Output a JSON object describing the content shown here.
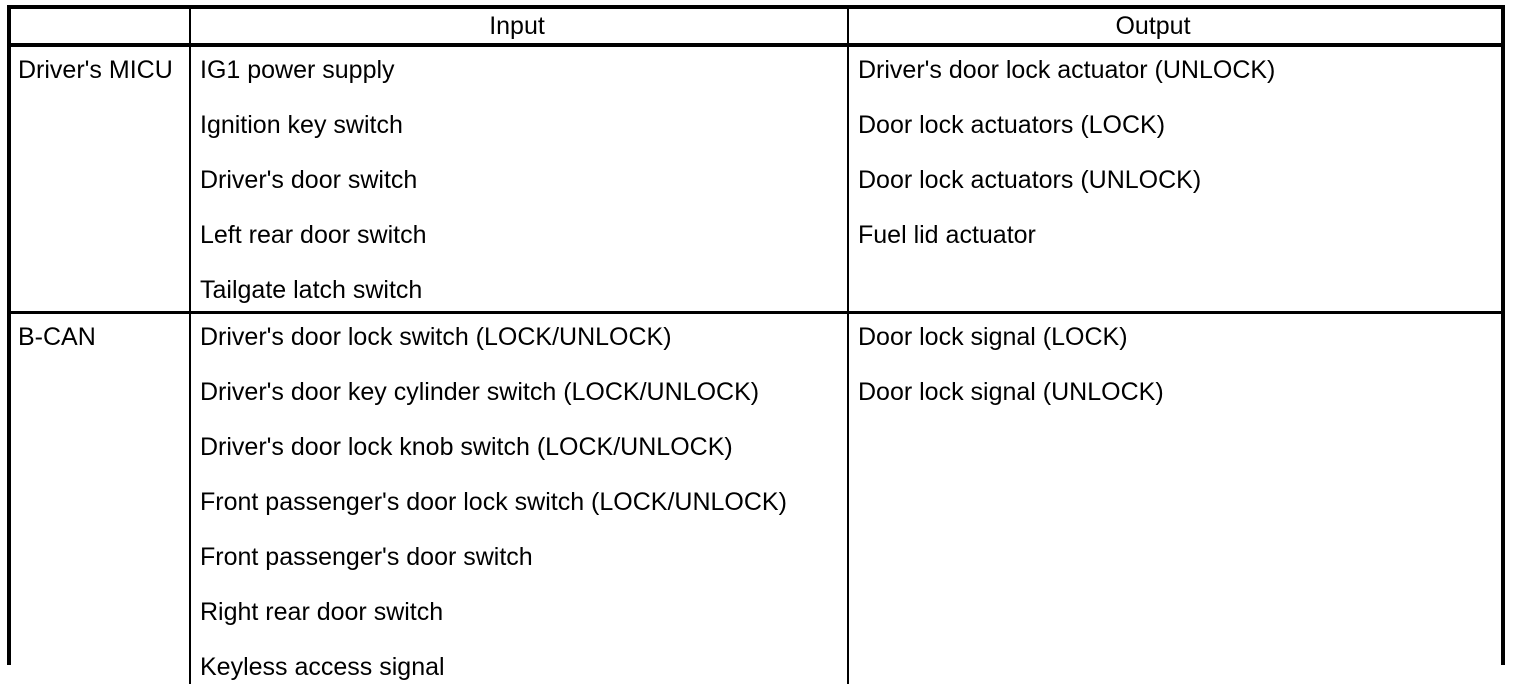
{
  "table": {
    "headers": {
      "source": "",
      "input": "Input",
      "output": "Output"
    },
    "sections": [
      {
        "source": "Driver's MICU",
        "inputs": [
          "IG1 power supply",
          "Ignition key switch",
          "Driver's door switch",
          "Left rear door switch",
          "Tailgate latch switch"
        ],
        "outputs": [
          "Driver's door lock actuator (UNLOCK)",
          "Door lock actuators (LOCK)",
          "Door lock actuators (UNLOCK)",
          "Fuel lid actuator"
        ]
      },
      {
        "source": "B-CAN",
        "inputs": [
          "Driver's door lock switch (LOCK/UNLOCK)",
          "Driver's door key cylinder switch (LOCK/UNLOCK)",
          "Driver's door lock knob switch (LOCK/UNLOCK)",
          "Front passenger's door lock switch (LOCK/UNLOCK)",
          "Front passenger's door switch",
          "Right rear door switch",
          "Keyless access signal"
        ],
        "outputs": [
          "Door lock signal (LOCK)",
          "Door lock signal (UNLOCK)"
        ]
      }
    ]
  },
  "colors": {
    "border": "#000000",
    "text": "#000000",
    "background": "#ffffff"
  }
}
